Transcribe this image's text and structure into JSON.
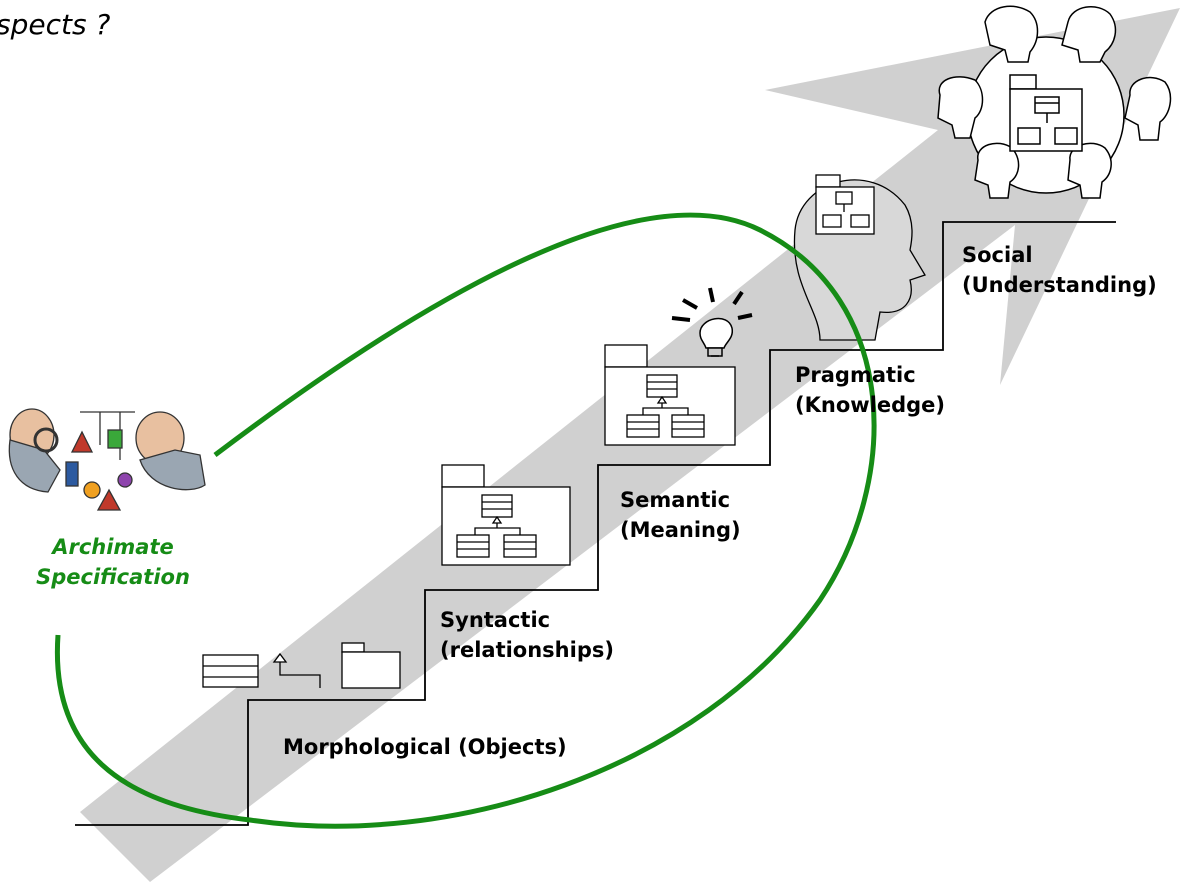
{
  "title": "spects ?",
  "spec_label_line1": "Archimate",
  "spec_label_line2": "Specification",
  "levels": [
    {
      "line1": "Morphological (Objects)",
      "line2": ""
    },
    {
      "line1": "Syntactic",
      "line2": "(relationships)"
    },
    {
      "line1": "Semantic",
      "line2": "(Meaning)"
    },
    {
      "line1": "Pragmatic",
      "line2": "(Knowledge)"
    },
    {
      "line1": "Social",
      "line2": "(Understanding)"
    }
  ],
  "colors": {
    "arrow": "#d0d0d0",
    "stairs": "#000000",
    "ellipse": "#168c16",
    "spec_text": "#168c16"
  },
  "icons": [
    "team-meeting-icon",
    "head-with-model-icon",
    "lightbulb-icon",
    "package-diagram-icon",
    "class-box-icon",
    "people-with-mobile-icon"
  ]
}
